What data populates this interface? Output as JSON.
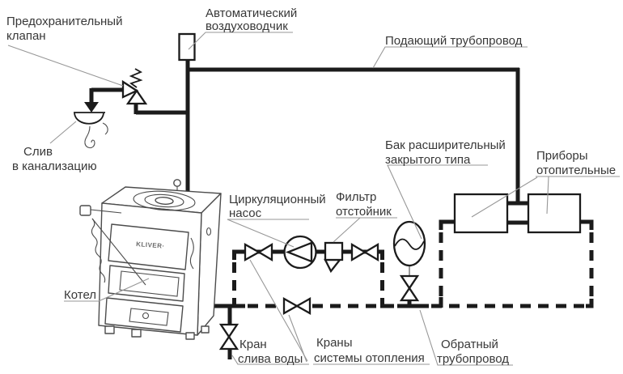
{
  "diagram": {
    "type": "heating-system-piping-schematic",
    "colors": {
      "pipe": "#1b1b1b",
      "callout_line": "#979797",
      "label_text": "#383838",
      "background": "#ffffff"
    },
    "labels": {
      "safety_valve_line1": "Предохранительный",
      "safety_valve_line2": "клапан",
      "air_vent_line1": "Автоматический",
      "air_vent_line2": "воздуховодчик",
      "supply_pipe": "Подающий трубопровод",
      "sewer_drain_line1": "Слив",
      "sewer_drain_line2": "в канализацию",
      "expansion_tank_line1": "Бак расширительный",
      "expansion_tank_line2": "закрытого типа",
      "radiators_line1": "Приборы",
      "radiators_line2": "отопительные",
      "pump_line1": "Циркуляционный",
      "pump_line2": "насос",
      "filter_line1": "Фильтр",
      "filter_line2": "отстойник",
      "boiler": "Котел",
      "drain_tap_line1": "Кран",
      "drain_tap_line2": "слива воды",
      "system_taps_line1": "Краны",
      "system_taps_line2": "системы отопления",
      "return_pipe_line1": "Обратный",
      "return_pipe_line2": "трубопровод",
      "boiler_brand": "KLIVER·"
    },
    "symbols": [
      "safety-valve",
      "automatic-air-vent",
      "drain-funnel",
      "boiler",
      "circulation-pump",
      "sediment-filter",
      "expansion-tank",
      "radiator",
      "radiator",
      "shut-off-valve",
      "drain-valve"
    ]
  }
}
